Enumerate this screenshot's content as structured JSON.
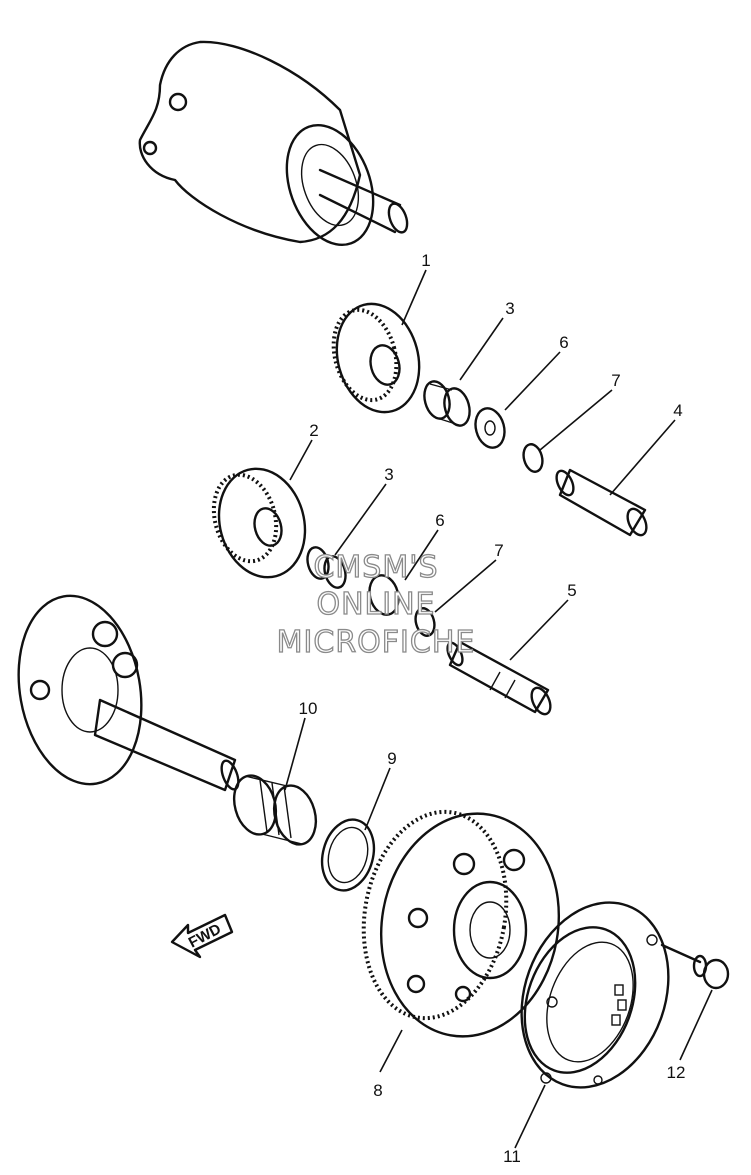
{
  "callouts": [
    {
      "id": "1",
      "label": "1"
    },
    {
      "id": "2",
      "label": "2"
    },
    {
      "id": "3a",
      "label": "3"
    },
    {
      "id": "3b",
      "label": "3"
    },
    {
      "id": "4",
      "label": "4"
    },
    {
      "id": "5",
      "label": "5"
    },
    {
      "id": "6a",
      "label": "6"
    },
    {
      "id": "6b",
      "label": "6"
    },
    {
      "id": "7a",
      "label": "7"
    },
    {
      "id": "7b",
      "label": "7"
    },
    {
      "id": "8",
      "label": "8"
    },
    {
      "id": "9",
      "label": "9"
    },
    {
      "id": "10",
      "label": "10"
    },
    {
      "id": "11",
      "label": "11"
    },
    {
      "id": "12",
      "label": "12"
    }
  ],
  "watermark": {
    "line1": "CMSM'S",
    "line2": "ONLINE",
    "line3": "MICROFICHE"
  },
  "direction_arrow": {
    "label": "FWD"
  },
  "colors": {
    "line": "#111111",
    "background": "#ffffff",
    "watermark_outline": "#8a8a8a"
  }
}
